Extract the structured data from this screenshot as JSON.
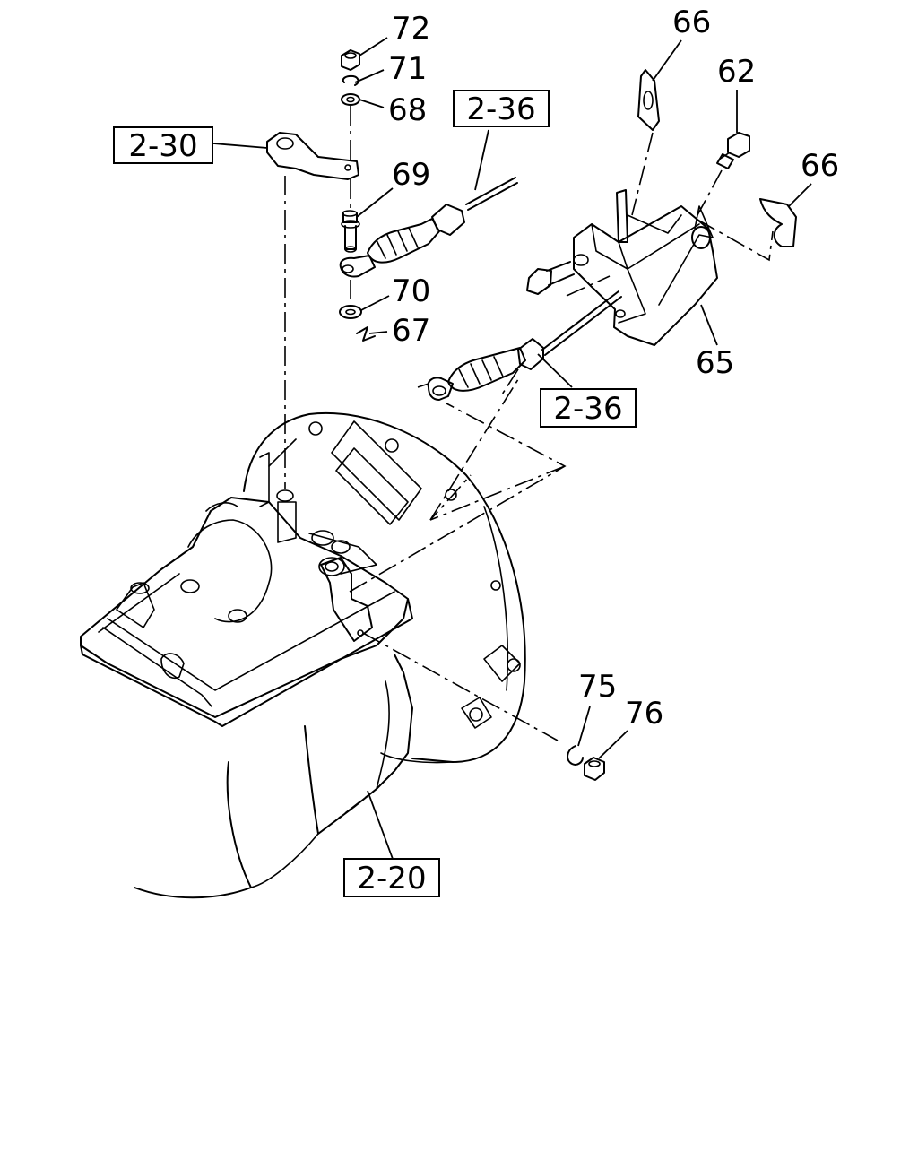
{
  "diagram": {
    "reference_boxes": [
      {
        "id": "ref-2-30",
        "label": "2-30"
      },
      {
        "id": "ref-2-36-top",
        "label": "2-36"
      },
      {
        "id": "ref-2-36-mid",
        "label": "2-36"
      },
      {
        "id": "ref-2-20",
        "label": "2-20"
      }
    ],
    "callouts": [
      {
        "id": "c72",
        "label": "72"
      },
      {
        "id": "c71",
        "label": "71"
      },
      {
        "id": "c68",
        "label": "68"
      },
      {
        "id": "c69",
        "label": "69"
      },
      {
        "id": "c70",
        "label": "70"
      },
      {
        "id": "c67",
        "label": "67"
      },
      {
        "id": "c66a",
        "label": "66"
      },
      {
        "id": "c62",
        "label": "62"
      },
      {
        "id": "c66b",
        "label": "66"
      },
      {
        "id": "c65",
        "label": "65"
      },
      {
        "id": "c75",
        "label": "75"
      },
      {
        "id": "c76",
        "label": "76"
      }
    ]
  }
}
